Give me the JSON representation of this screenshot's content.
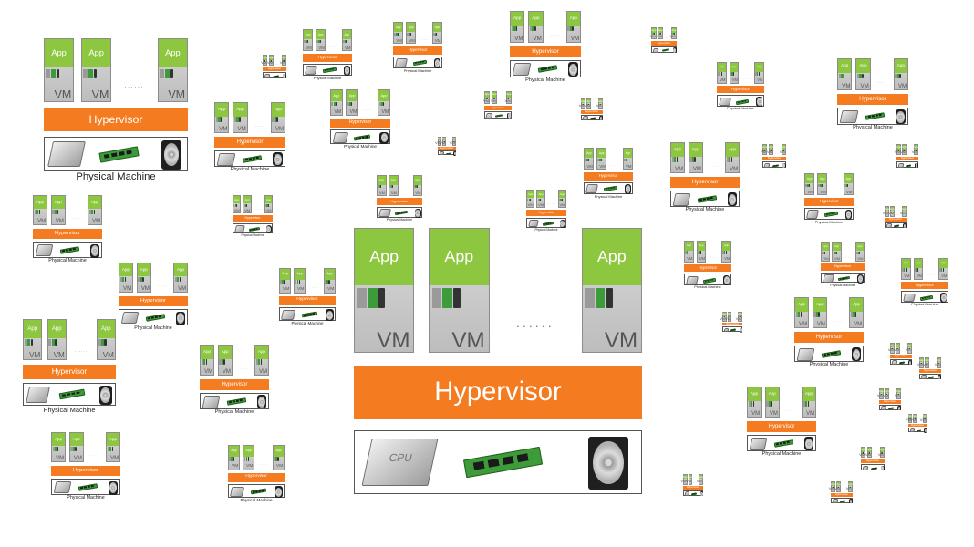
{
  "labels": {
    "app": "App",
    "vm": "VM",
    "hypervisor": "Hypervisor",
    "physical_machine": "Physical Machine",
    "cpu": "CPU",
    "ellipsis": "......"
  },
  "colors": {
    "app_green": "#8dc63f",
    "hypervisor_orange": "#f47b20",
    "vm_gray": "#c8c8c8",
    "ram_green": "#3e9b3a"
  },
  "icons": [
    "cpu-icon",
    "ram-icon",
    "hard-disk-icon"
  ],
  "vm_slots_per_machine": 3
}
